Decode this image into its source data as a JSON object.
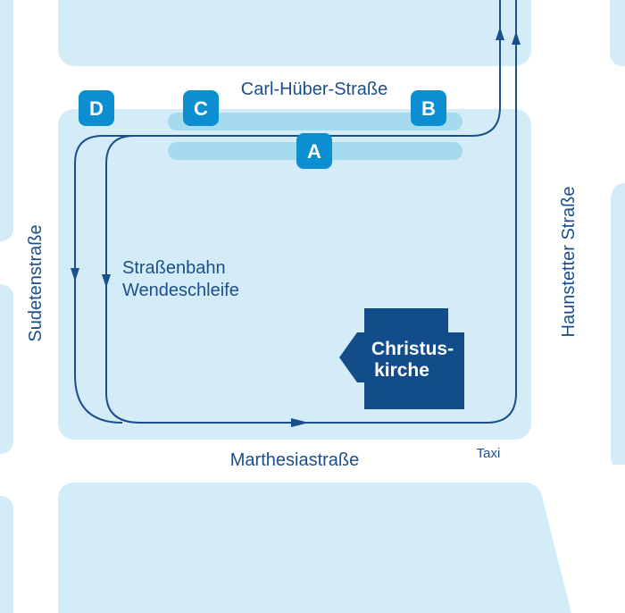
{
  "streets": {
    "top": "Carl-Hüber-Straße",
    "bottom": "Marthesiastraße",
    "left": "Sudetenstraße",
    "right": "Haunstetter Straße"
  },
  "tram_loop": {
    "line1": "Straßenbahn",
    "line2": "Wendeschleife"
  },
  "church": {
    "line1": "Christus-",
    "line2": "kirche"
  },
  "stops": {
    "a": "A",
    "b": "B",
    "c": "C",
    "d": "D"
  },
  "taxi": "Taxi",
  "colors": {
    "block": "#d3ecf8",
    "platform": "#a6daef",
    "stop_badge": "#0b8fd0",
    "route": "#1b4f8c",
    "church": "#124c8a",
    "street_text": "#1b4f8c"
  }
}
